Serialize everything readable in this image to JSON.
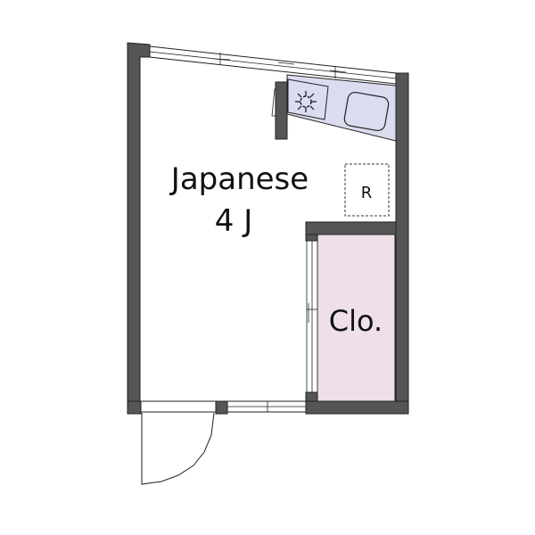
{
  "floorplan": {
    "rooms": [
      {
        "id": "japanese",
        "name": "Japanese",
        "size": "4 J"
      },
      {
        "id": "closet",
        "name": "Clo."
      }
    ],
    "fixtures": {
      "refrigerator_label": "R",
      "stove": "gas-burner-icon",
      "sink": "sink-icon"
    },
    "colors": {
      "wall": "#555555",
      "kitchen": "#dcdcf0",
      "closet": "#efdfe9",
      "outline": "#222222",
      "background": "#ffffff"
    }
  }
}
